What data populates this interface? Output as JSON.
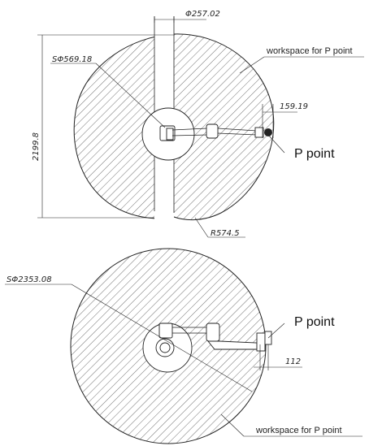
{
  "top_view": {
    "dim_slot_width": "Φ257.02",
    "dim_sphere": "SΦ569.18",
    "dim_height": "2199.8",
    "dim_tool": "159.19",
    "dim_radius": "R574.5",
    "workspace_label": "workspace for P point",
    "p_point_label": "P point"
  },
  "bottom_view": {
    "dim_sphere": "SΦ2353.08",
    "dim_tool": "112",
    "workspace_label": "workspace for P point",
    "p_point_label": "P point"
  }
}
